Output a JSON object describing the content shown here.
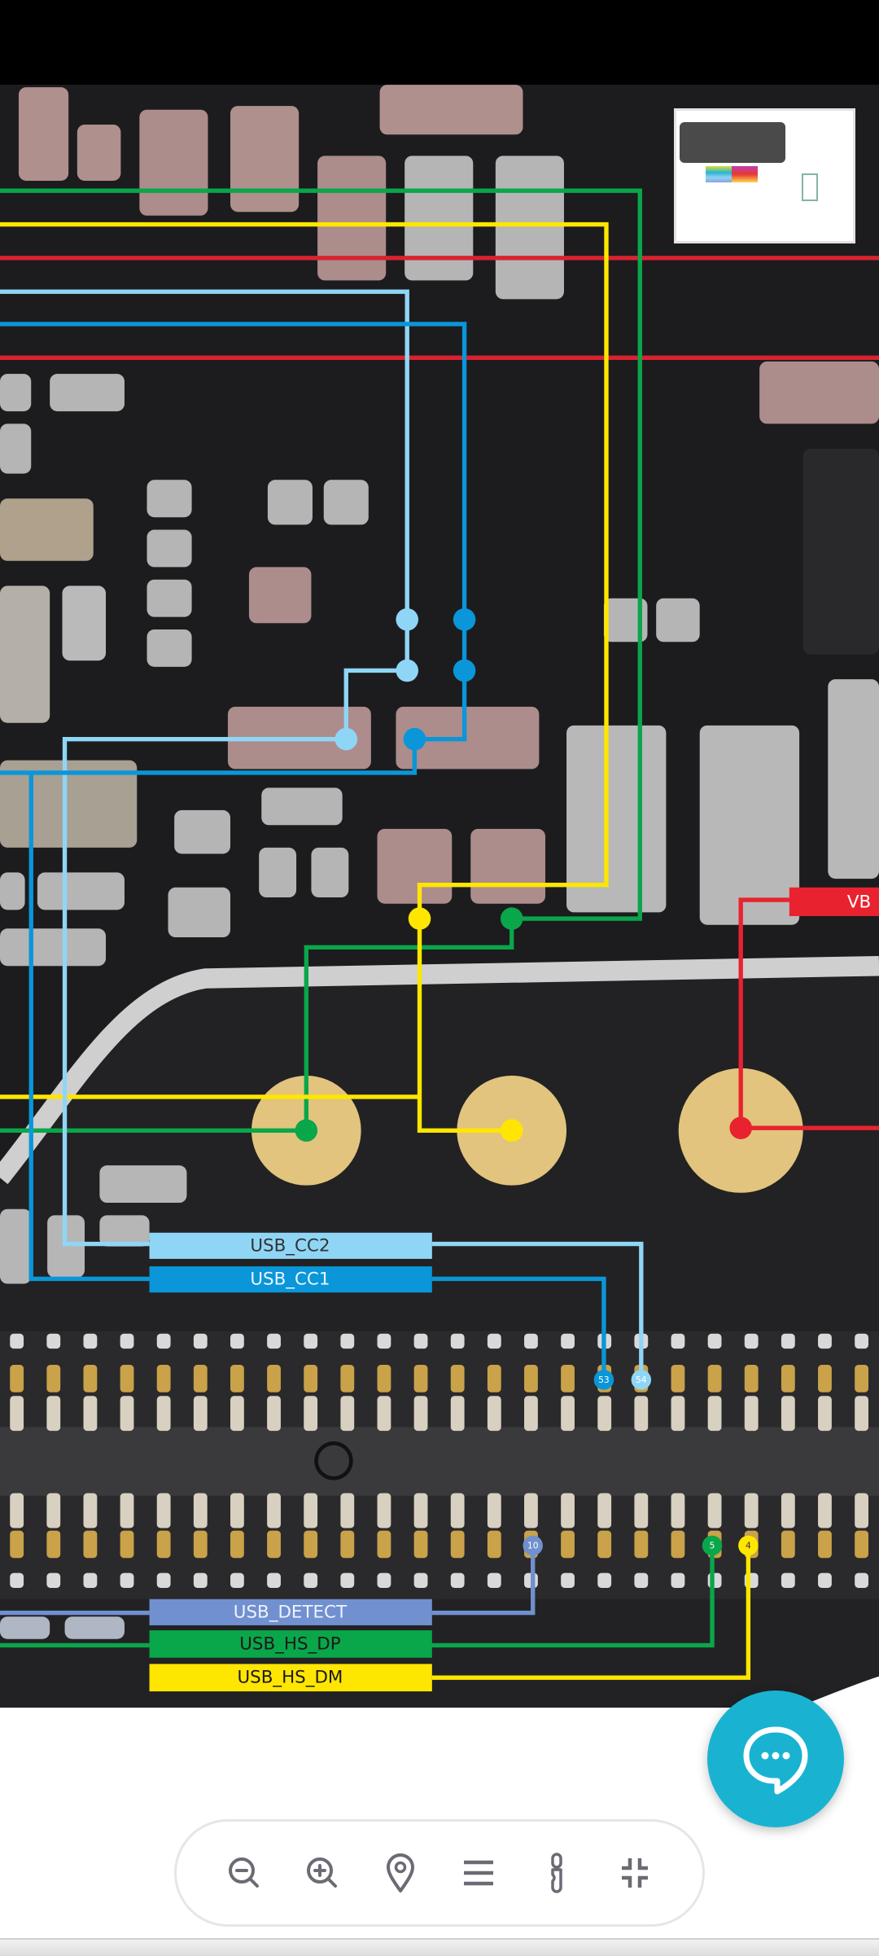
{
  "colors": {
    "usb_cc2": "#8fd6f6",
    "usb_cc1": "#0a96d8",
    "usb_detect": "#7190cf",
    "usb_hs_dp": "#0aa64a",
    "usb_hs_dm": "#ffe600",
    "vbus": "#e8232f",
    "chat_accent": "#19b3d1"
  },
  "signals": {
    "usb_cc2": {
      "label": "USB_CC2",
      "pin": "54"
    },
    "usb_cc1": {
      "label": "USB_CC1",
      "pin": "53"
    },
    "usb_detect": {
      "label": "USB_DETECT",
      "pin": "10"
    },
    "usb_hs_dp": {
      "label": "USB_HS_DP",
      "pin": "5"
    },
    "usb_hs_dm": {
      "label": "USB_HS_DM",
      "pin": "4"
    },
    "vbus": {
      "label": "VB"
    }
  },
  "toolbar": {
    "buttons": [
      {
        "icon": "zoom-out-icon"
      },
      {
        "icon": "zoom-in-icon"
      },
      {
        "icon": "location-pin-icon"
      },
      {
        "icon": "menu-icon"
      },
      {
        "icon": "info-icon"
      },
      {
        "icon": "exit-fullscreen-icon"
      }
    ]
  },
  "chat": {
    "icon": "chat-bubble-icon"
  }
}
